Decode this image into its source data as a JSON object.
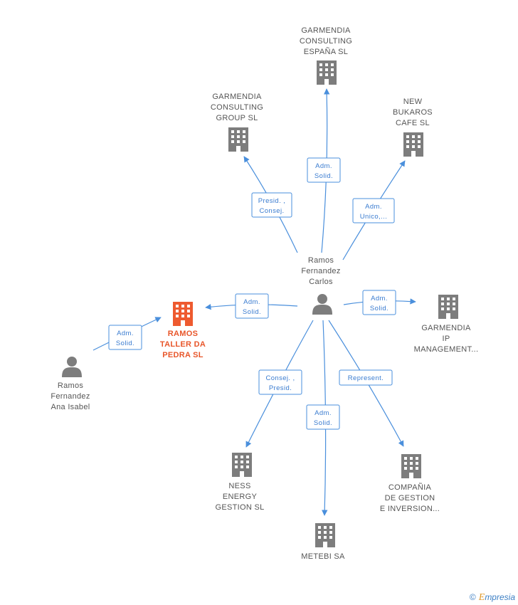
{
  "colors": {
    "edge": "#4a8fdc",
    "building": "#7d7d7d",
    "building_center": "#ee5a2f",
    "person": "#7d7d7d",
    "label_center": "#e8562a"
  },
  "nodes": {
    "center": {
      "label": [
        "RAMOS",
        "TALLER DA",
        "PEDRA  SL"
      ],
      "icon": "building-icon"
    },
    "carlos": {
      "label": [
        "Ramos",
        "Fernandez",
        "Carlos"
      ],
      "icon": "person-icon"
    },
    "ana": {
      "label": [
        "Ramos",
        "Fernandez",
        "Ana Isabel"
      ],
      "icon": "person-icon"
    },
    "garmendia_espana": {
      "label": [
        "GARMENDIA",
        "CONSULTING",
        "ESPAÑA  SL"
      ],
      "icon": "building-icon"
    },
    "garmendia_group": {
      "label": [
        "GARMENDIA",
        "CONSULTING",
        "GROUP SL"
      ],
      "icon": "building-icon"
    },
    "new_bukaros": {
      "label": [
        "NEW",
        "BUKAROS",
        "CAFE SL"
      ],
      "icon": "building-icon"
    },
    "garmendia_ip": {
      "label": [
        "GARMENDIA",
        "IP",
        "MANAGEMENT..."
      ],
      "icon": "building-icon"
    },
    "ness": {
      "label": [
        "NESS",
        "ENERGY",
        "GESTION  SL"
      ],
      "icon": "building-icon"
    },
    "metebi": {
      "label": [
        "METEBI SA"
      ],
      "icon": "building-icon"
    },
    "compania": {
      "label": [
        "COMPAÑIA",
        "DE GESTION",
        "E INVERSION..."
      ],
      "icon": "building-icon"
    }
  },
  "relations": {
    "ana_center": [
      "Adm.",
      "Solid."
    ],
    "carlos_center": [
      "Adm.",
      "Solid."
    ],
    "carlos_group": [
      "Presid. ,",
      "Consej."
    ],
    "carlos_espana": [
      "Adm.",
      "Solid."
    ],
    "carlos_bukaros": [
      "Adm.",
      "Unico,..."
    ],
    "carlos_ip": [
      "Adm.",
      "Solid."
    ],
    "carlos_ness": [
      "Consej. ,",
      "Presid."
    ],
    "carlos_metebi": [
      "Adm.",
      "Solid."
    ],
    "carlos_compania": [
      "Represent."
    ]
  },
  "footer": {
    "copyright": "©",
    "brand_first": "E",
    "brand_rest": "mpresia"
  }
}
